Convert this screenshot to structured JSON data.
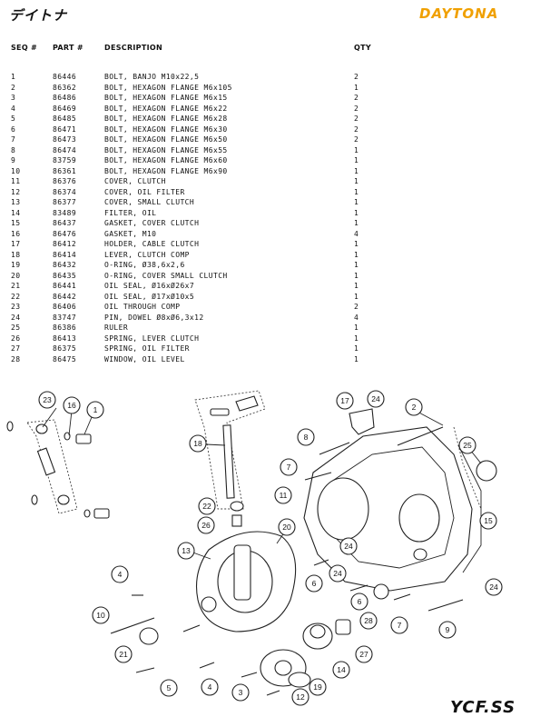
{
  "brand": {
    "left_logo": "デイトナ",
    "right_logo": "DAYTONA",
    "footer_logo": "YCF.SS"
  },
  "headers": {
    "seq": "SEQ #",
    "part": "PART #",
    "desc": "DESCRIPTION",
    "qty": "QTY"
  },
  "parts": [
    {
      "seq": "1",
      "part": "86446",
      "desc": "BOLT, BANJO M10x22,5",
      "qty": "2"
    },
    {
      "seq": "2",
      "part": "86362",
      "desc": "BOLT, HEXAGON FLANGE M6x105",
      "qty": "1"
    },
    {
      "seq": "3",
      "part": "86486",
      "desc": "BOLT, HEXAGON FLANGE M6x15",
      "qty": "2"
    },
    {
      "seq": "4",
      "part": "86469",
      "desc": "BOLT, HEXAGON FLANGE M6x22",
      "qty": "2"
    },
    {
      "seq": "5",
      "part": "86485",
      "desc": "BOLT, HEXAGON FLANGE M6x28",
      "qty": "2"
    },
    {
      "seq": "6",
      "part": "86471",
      "desc": "BOLT, HEXAGON FLANGE M6x30",
      "qty": "2"
    },
    {
      "seq": "7",
      "part": "86473",
      "desc": "BOLT, HEXAGON FLANGE M6x50",
      "qty": "2"
    },
    {
      "seq": "8",
      "part": "86474",
      "desc": "BOLT, HEXAGON FLANGE M6x55",
      "qty": "1"
    },
    {
      "seq": "9",
      "part": "83759",
      "desc": "BOLT, HEXAGON FLANGE M6x60",
      "qty": "1"
    },
    {
      "seq": "10",
      "part": "86361",
      "desc": "BOLT, HEXAGON FLANGE M6x90",
      "qty": "1"
    },
    {
      "seq": "11",
      "part": "86376",
      "desc": "COVER, CLUTCH",
      "qty": "1"
    },
    {
      "seq": "12",
      "part": "86374",
      "desc": "COVER, OIL FILTER",
      "qty": "1"
    },
    {
      "seq": "13",
      "part": "86377",
      "desc": "COVER, SMALL CLUTCH",
      "qty": "1"
    },
    {
      "seq": "14",
      "part": "83489",
      "desc": "FILTER, OIL",
      "qty": "1"
    },
    {
      "seq": "15",
      "part": "86437",
      "desc": "GASKET, COVER CLUTCH",
      "qty": "1"
    },
    {
      "seq": "16",
      "part": "86476",
      "desc": "GASKET, M10",
      "qty": "4"
    },
    {
      "seq": "17",
      "part": "86412",
      "desc": "HOLDER, CABLE CLUTCH",
      "qty": "1"
    },
    {
      "seq": "18",
      "part": "86414",
      "desc": "LEVER, CLUTCH COMP",
      "qty": "1"
    },
    {
      "seq": "19",
      "part": "86432",
      "desc": "O-RING, Ø38,6x2,6",
      "qty": "1"
    },
    {
      "seq": "20",
      "part": "86435",
      "desc": "O-RING, COVER SMALL CLUTCH",
      "qty": "1"
    },
    {
      "seq": "21",
      "part": "86441",
      "desc": "OIL SEAL, Ø16xØ26x7",
      "qty": "1"
    },
    {
      "seq": "22",
      "part": "86442",
      "desc": "OIL SEAL, Ø17xØ10x5",
      "qty": "1"
    },
    {
      "seq": "23",
      "part": "86406",
      "desc": "OIL THROUGH COMP",
      "qty": "2"
    },
    {
      "seq": "24",
      "part": "83747",
      "desc": "PIN, DOWEL Ø8xØ6,3x12",
      "qty": "4"
    },
    {
      "seq": "25",
      "part": "86386",
      "desc": "RULER",
      "qty": "1"
    },
    {
      "seq": "26",
      "part": "86413",
      "desc": "SPRING, LEVER CLUTCH",
      "qty": "1"
    },
    {
      "seq": "27",
      "part": "86375",
      "desc": "SPRING, OIL FILTER",
      "qty": "1"
    },
    {
      "seq": "28",
      "part": "86475",
      "desc": "WINDOW, OIL LEVEL",
      "qty": "1"
    }
  ],
  "callouts": [
    "23",
    "16",
    "1",
    "18",
    "22",
    "26",
    "20",
    "13",
    "4",
    "10",
    "21",
    "5",
    "4",
    "3",
    "12",
    "19",
    "14",
    "27",
    "28",
    "6",
    "7",
    "9",
    "24",
    "17",
    "24",
    "2",
    "8",
    "7",
    "11",
    "25",
    "15",
    "6",
    "24",
    "24"
  ]
}
